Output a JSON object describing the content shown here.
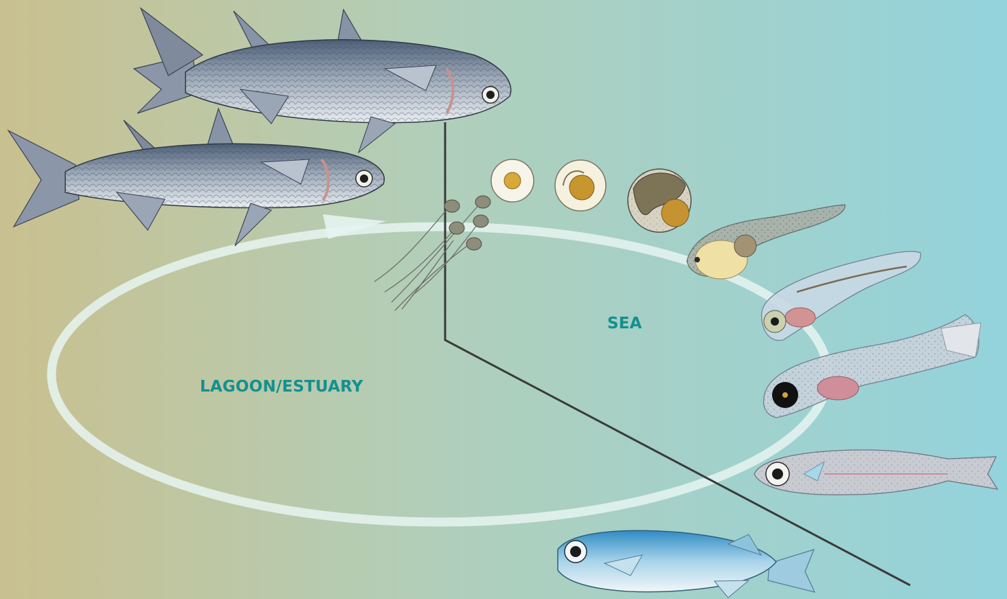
{
  "labels": {
    "lagoon": "LAGOON/ESTUARY",
    "sea": "SEA"
  },
  "colors": {
    "background_left": "#c9c08f",
    "background_mid": "#b0cfbb",
    "background_right": "#93d3dc",
    "label_text": "#14908f",
    "cycle_arrow": "#e6f4f1",
    "pointer_line": "#3a3a3a",
    "adult_fish_back": "#4e5f78",
    "adult_fish_belly": "#e9edf1",
    "juvenile_fish_back": "#2f8cc4"
  },
  "stages": [
    {
      "name": "adult-fish",
      "icon": "mullet-adult-icon"
    },
    {
      "name": "spawned-eggs",
      "icon": "egg-cluster-icon"
    },
    {
      "name": "egg-early",
      "icon": "egg-early-icon"
    },
    {
      "name": "egg-developing",
      "icon": "egg-developing-icon"
    },
    {
      "name": "egg-embryo",
      "icon": "egg-embryo-icon"
    },
    {
      "name": "yolk-sac-larva",
      "icon": "yolk-sac-larva-icon"
    },
    {
      "name": "preflexion-larva",
      "icon": "preflexion-larva-icon"
    },
    {
      "name": "flexion-larva",
      "icon": "flexion-larva-icon"
    },
    {
      "name": "postlarva",
      "icon": "postlarva-icon"
    },
    {
      "name": "juvenile",
      "icon": "juvenile-fish-icon"
    }
  ]
}
